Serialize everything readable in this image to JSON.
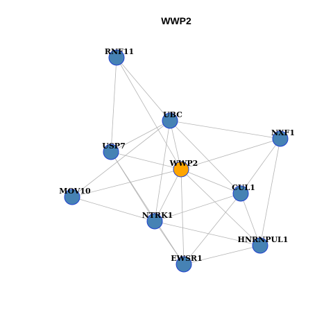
{
  "title": "WWP2",
  "colors": {
    "node_fill": "#4682b4",
    "highlight_fill": "#ffa500",
    "node_stroke": "#1f3fcf",
    "edge": "#b3b3b3"
  },
  "nodes": [
    {
      "id": "RNF11",
      "label": "RNF11",
      "highlight": false
    },
    {
      "id": "UBC",
      "label": "UBC",
      "highlight": false
    },
    {
      "id": "NXF1",
      "label": "NXF1",
      "highlight": false
    },
    {
      "id": "USP7",
      "label": "USP7",
      "highlight": false
    },
    {
      "id": "WWP2",
      "label": "WWP2",
      "highlight": true
    },
    {
      "id": "MOV10",
      "label": "MOV10",
      "highlight": false
    },
    {
      "id": "CUL1",
      "label": "CUL1",
      "highlight": false
    },
    {
      "id": "NTRK1",
      "label": "NTRK1",
      "highlight": false
    },
    {
      "id": "HNRNPUL1",
      "label": "HNRNPUL1",
      "highlight": false
    },
    {
      "id": "EWSR1",
      "label": "EWSR1",
      "highlight": false
    }
  ],
  "edges": [
    [
      "RNF11",
      "USP7"
    ],
    [
      "RNF11",
      "UBC"
    ],
    [
      "RNF11",
      "WWP2"
    ],
    [
      "UBC",
      "USP7"
    ],
    [
      "UBC",
      "MOV10"
    ],
    [
      "UBC",
      "NXF1"
    ],
    [
      "UBC",
      "WWP2"
    ],
    [
      "UBC",
      "CUL1"
    ],
    [
      "UBC",
      "NTRK1"
    ],
    [
      "USP7",
      "WWP2"
    ],
    [
      "USP7",
      "NTRK1"
    ],
    [
      "USP7",
      "EWSR1"
    ],
    [
      "WWP2",
      "MOV10"
    ],
    [
      "WWP2",
      "NXF1"
    ],
    [
      "WWP2",
      "CUL1"
    ],
    [
      "WWP2",
      "NTRK1"
    ],
    [
      "WWP2",
      "HNRNPUL1"
    ],
    [
      "WWP2",
      "EWSR1"
    ],
    [
      "NXF1",
      "CUL1"
    ],
    [
      "NXF1",
      "HNRNPUL1"
    ],
    [
      "MOV10",
      "NTRK1"
    ],
    [
      "CUL1",
      "NTRK1"
    ],
    [
      "CUL1",
      "HNRNPUL1"
    ],
    [
      "CUL1",
      "EWSR1"
    ],
    [
      "NTRK1",
      "HNRNPUL1"
    ],
    [
      "NTRK1",
      "EWSR1"
    ],
    [
      "HNRNPUL1",
      "EWSR1"
    ]
  ]
}
